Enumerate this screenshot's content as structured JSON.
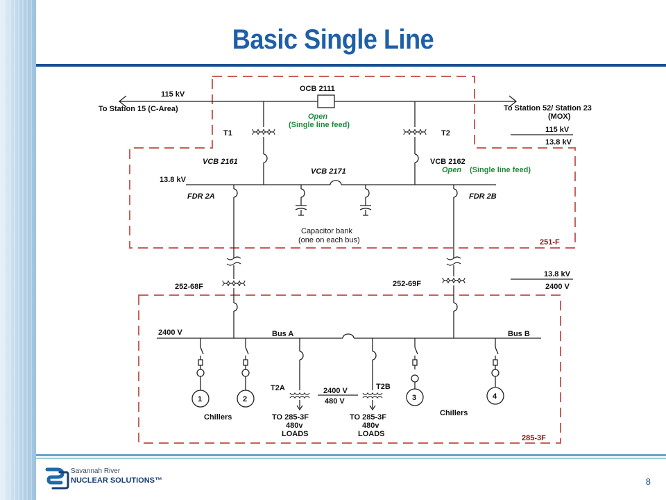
{
  "slide": {
    "title": "Basic Single Line",
    "page_number": "8",
    "logo_line1": "Savannah River",
    "logo_line2": "NUCLEAR SOLUTIONS™",
    "colors": {
      "title": "#1f5fa8",
      "rule": "#1d4f8f",
      "boundary": "#c9605a",
      "open_label": "#1e8a3a"
    }
  },
  "diagram": {
    "kv_115": "115 kV",
    "to_station_15": "To Station 15 (C-Area)",
    "ocb": "OCB 2111",
    "to_station_52": "To Station 52/ Station 23",
    "mox": "(MOX)",
    "open_1": "Open",
    "single_line_feed_1": "(Single line feed)",
    "t1": "T1",
    "t2": "T2",
    "ratio_115": "115 kV",
    "ratio_138_top": "13.8 kV",
    "vcb_2161": "VCB 2161",
    "vcb_2171": "VCB 2171",
    "vcb_2162": "VCB 2162",
    "open_2": "Open",
    "single_line_feed_2": "(Single line feed)",
    "bus_138kv": "13.8 kV",
    "fdr_2a": "FDR 2A",
    "fdr_2b": "FDR 2B",
    "capacitor_bank": "Capacitor bank",
    "capacitor_bank_note": "(one on each bus)",
    "area_251f": "251-F",
    "xfmr_252_68f": "252-68F",
    "xfmr_252_69f": "252-69F",
    "ratio_138_mid": "13.8 kV",
    "ratio_2400": "2400 V",
    "bus_2400v": "2400 V",
    "bus_a": "Bus A",
    "bus_b": "Bus B",
    "chiller_1": "1",
    "chiller_2": "2",
    "chiller_3": "3",
    "chiller_4": "4",
    "chillers_left": "Chillers",
    "chillers_right": "Chillers",
    "t2a": "T2A",
    "t2b": "T2B",
    "t2_ratio_top": "2400 V",
    "t2_ratio_bottom": "480 V",
    "load_a_1": "TO 285-3F",
    "load_a_2": "480v",
    "load_a_3": "LOADS",
    "load_b_1": "TO 285-3F",
    "load_b_2": "480v",
    "load_b_3": "LOADS",
    "area_285_3f": "285-3F"
  }
}
